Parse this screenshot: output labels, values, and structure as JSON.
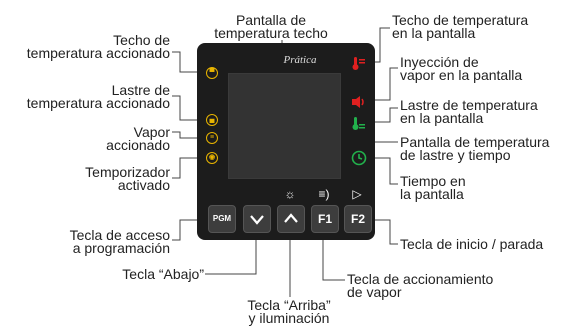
{
  "brand": "Prática",
  "labels": {
    "screen_top": "Pantalla de\ntemperatura techo",
    "top_temp_screen": "Techo de temperatura\nen la pantalla",
    "steam_screen": "Inyección de\nvapor en la pantalla",
    "bottom_temp_screen": "Lastre de temperatura\nen la pantalla",
    "bottom_time_screen": "Pantalla de temperatura\nde lastre y tiempo",
    "time_screen": "Tiempo en\nla pantalla",
    "start_stop": "Tecla de inicio / parada",
    "steam_key": "Tecla de accionamiento\nde vapor",
    "up_key": "Tecla “Arriba”\ny iluminación",
    "down_key": "Tecla “Abajo”",
    "program_key": "Tecla de acceso\na programación",
    "timer": "Temporizador\nactivado",
    "steam_on": "Vapor\naccionado",
    "bottom_temp_on": "Lastre de\ntemperatura accionado",
    "top_temp_on": "Techo de\ntemperatura accionado"
  },
  "keys": {
    "pgm": "PGM",
    "f1": "F1",
    "f2": "F2"
  },
  "symbols": {
    "light": "☼",
    "steam": "≡)",
    "play": "▷"
  },
  "colors": {
    "panel": "#1c1c1c",
    "indicator": "#e8b400",
    "red": "#e02020",
    "green": "#22b14c"
  }
}
